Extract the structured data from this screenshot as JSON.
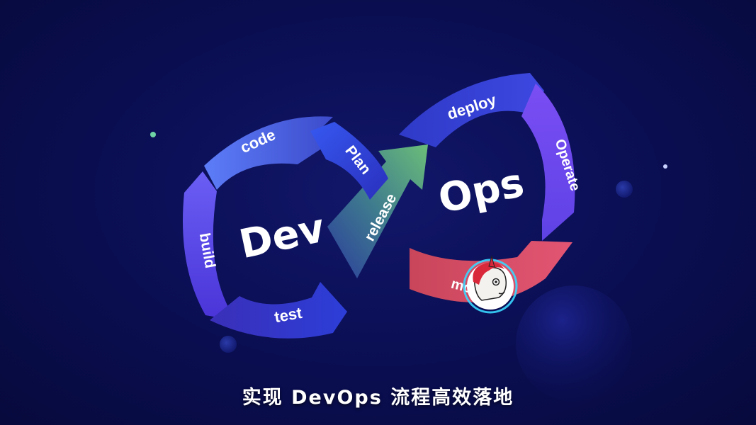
{
  "diagram": {
    "dev_title": "Dev",
    "ops_title": "Ops",
    "stages": {
      "code": "code",
      "plan": "Plan",
      "release": "release",
      "deploy": "deploy",
      "operate": "Operate",
      "monitor": "mo",
      "test": "test",
      "build": "build"
    }
  },
  "caption": "实现 DevOps 流程高效落地",
  "colors": {
    "background": "#0b0f55",
    "dev_arrows": "#4a5ee8",
    "release_arrow": "#5cae7a",
    "ops_arrows": "#6a4ef0",
    "monitor_arrow": "#e35573",
    "avatar_ring": "#38d7ff"
  }
}
